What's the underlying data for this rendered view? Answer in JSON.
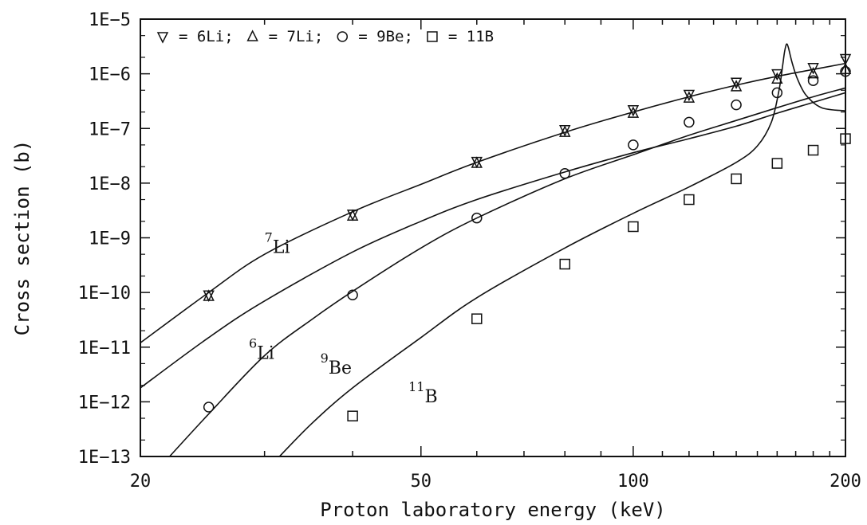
{
  "chart_data": {
    "type": "scatter",
    "x_scale": "log",
    "y_scale": "log",
    "xlim": [
      20,
      200
    ],
    "ylim": [
      1e-13,
      1e-05
    ],
    "xlabel": "Proton laboratory energy (keV)",
    "ylabel": "Cross section (b)",
    "x_ticks": [
      {
        "value": 20,
        "label": "20"
      },
      {
        "value": 50,
        "label": "50"
      },
      {
        "value": 100,
        "label": "100"
      },
      {
        "value": 200,
        "label": "200"
      }
    ],
    "y_ticks": [
      {
        "value": 1e-05,
        "label": "1E−5"
      },
      {
        "value": 1e-06,
        "label": "1E−6"
      },
      {
        "value": 1e-07,
        "label": "1E−7"
      },
      {
        "value": 1e-08,
        "label": "1E−8"
      },
      {
        "value": 1e-09,
        "label": "1E−9"
      },
      {
        "value": 1e-10,
        "label": "1E−10"
      },
      {
        "value": 1e-11,
        "label": "1E−11"
      },
      {
        "value": 1e-12,
        "label": "1E−12"
      },
      {
        "value": 1e-13,
        "label": "1E−13"
      }
    ],
    "legend": {
      "position": "top-left",
      "entries": [
        {
          "marker": "triangle-down",
          "label": "= 6Li;"
        },
        {
          "marker": "triangle-up",
          "label": "= 7Li;"
        },
        {
          "marker": "circle",
          "label": "= 9Be;"
        },
        {
          "marker": "square",
          "label": "= 11B"
        }
      ]
    },
    "series": [
      {
        "name": "6Li",
        "marker": "triangle-down",
        "points": [
          [
            25,
            9e-11
          ],
          [
            40,
            2.7e-09
          ],
          [
            60,
            2.5e-08
          ],
          [
            80,
            9.5e-08
          ],
          [
            100,
            2.2e-07
          ],
          [
            120,
            4.2e-07
          ],
          [
            140,
            7e-07
          ],
          [
            160,
            1e-06
          ],
          [
            180,
            1.3e-06
          ],
          [
            200,
            1.9e-06
          ]
        ]
      },
      {
        "name": "7Li",
        "marker": "triangle-up",
        "points": [
          [
            25,
            8.5e-11
          ],
          [
            40,
            2.5e-09
          ],
          [
            60,
            2.3e-08
          ],
          [
            80,
            8.5e-08
          ],
          [
            100,
            1.9e-07
          ],
          [
            120,
            3.6e-07
          ],
          [
            140,
            5.8e-07
          ],
          [
            160,
            8e-07
          ],
          [
            180,
            1e-06
          ],
          [
            200,
            1.2e-06
          ]
        ]
      },
      {
        "name": "9Be",
        "marker": "circle",
        "points": [
          [
            25,
            8e-13
          ],
          [
            40,
            9e-11
          ],
          [
            60,
            2.3e-09
          ],
          [
            80,
            1.5e-08
          ],
          [
            100,
            5e-08
          ],
          [
            120,
            1.3e-07
          ],
          [
            140,
            2.7e-07
          ],
          [
            160,
            4.5e-07
          ],
          [
            180,
            7.5e-07
          ],
          [
            200,
            1.1e-06
          ]
        ]
      },
      {
        "name": "11B",
        "marker": "square",
        "points": [
          [
            40,
            5.5e-13
          ],
          [
            60,
            3.3e-11
          ],
          [
            80,
            3.3e-10
          ],
          [
            100,
            1.6e-09
          ],
          [
            120,
            5e-09
          ],
          [
            140,
            1.2e-08
          ],
          [
            160,
            2.3e-08
          ],
          [
            180,
            4e-08
          ],
          [
            200,
            6.5e-08
          ]
        ]
      }
    ],
    "curves": [
      {
        "name": "7Li",
        "points": [
          [
            20,
            1.2e-11
          ],
          [
            25,
            1e-10
          ],
          [
            30,
            5e-10
          ],
          [
            40,
            3e-09
          ],
          [
            50,
            9.5e-09
          ],
          [
            60,
            2.4e-08
          ],
          [
            80,
            8.5e-08
          ],
          [
            100,
            2e-07
          ],
          [
            120,
            3.8e-07
          ],
          [
            140,
            6.2e-07
          ],
          [
            160,
            9e-07
          ],
          [
            180,
            1.2e-06
          ],
          [
            200,
            1.55e-06
          ]
        ]
      },
      {
        "name": "6Li",
        "points": [
          [
            20,
            1.8e-12
          ],
          [
            25,
            1.5e-11
          ],
          [
            30,
            7e-11
          ],
          [
            40,
            5.5e-10
          ],
          [
            50,
            2e-09
          ],
          [
            60,
            5e-09
          ],
          [
            80,
            1.6e-08
          ],
          [
            100,
            3.6e-08
          ],
          [
            120,
            6.5e-08
          ],
          [
            140,
            1.1e-07
          ],
          [
            160,
            1.9e-07
          ],
          [
            180,
            3e-07
          ],
          [
            200,
            4.5e-07
          ]
        ]
      },
      {
        "name": "9Be",
        "points": [
          [
            22,
            1e-13
          ],
          [
            25,
            6e-13
          ],
          [
            30,
            7e-12
          ],
          [
            35,
            3.2e-11
          ],
          [
            40,
            1.05e-10
          ],
          [
            50,
            6.5e-10
          ],
          [
            60,
            2.3e-09
          ],
          [
            80,
            1.2e-08
          ],
          [
            100,
            3.3e-08
          ],
          [
            120,
            7.5e-08
          ],
          [
            140,
            1.4e-07
          ],
          [
            160,
            2.4e-07
          ],
          [
            180,
            3.8e-07
          ],
          [
            200,
            5.5e-07
          ]
        ]
      },
      {
        "name": "11B",
        "points": [
          [
            31.5,
            1e-13
          ],
          [
            35,
            4e-13
          ],
          [
            40,
            1.8e-12
          ],
          [
            50,
            1.5e-11
          ],
          [
            60,
            8e-11
          ],
          [
            80,
            6.5e-10
          ],
          [
            100,
            2.8e-09
          ],
          [
            120,
            8.5e-09
          ],
          [
            140,
            2.4e-08
          ],
          [
            150,
            4.8e-08
          ],
          [
            157,
            1.3e-07
          ],
          [
            161,
            5e-07
          ],
          [
            163,
            1.5e-06
          ],
          [
            164,
            2.6e-06
          ],
          [
            165,
            3.5e-06
          ],
          [
            166,
            3e-06
          ],
          [
            168,
            1.6e-06
          ],
          [
            171,
            8e-07
          ],
          [
            176,
            4e-07
          ],
          [
            185,
            2.4e-07
          ],
          [
            200,
            2.1e-07
          ]
        ]
      }
    ],
    "curve_labels": [
      {
        "mass": "7",
        "element": "Li",
        "at": [
          30,
          6.5e-10
        ]
      },
      {
        "mass": "6",
        "element": "Li",
        "at": [
          28.5,
          7.5e-12
        ]
      },
      {
        "mass": "9",
        "element": "Be",
        "at": [
          36,
          4e-12
        ]
      },
      {
        "mass": "11",
        "element": "B",
        "at": [
          48,
          1.2e-12
        ]
      }
    ]
  }
}
